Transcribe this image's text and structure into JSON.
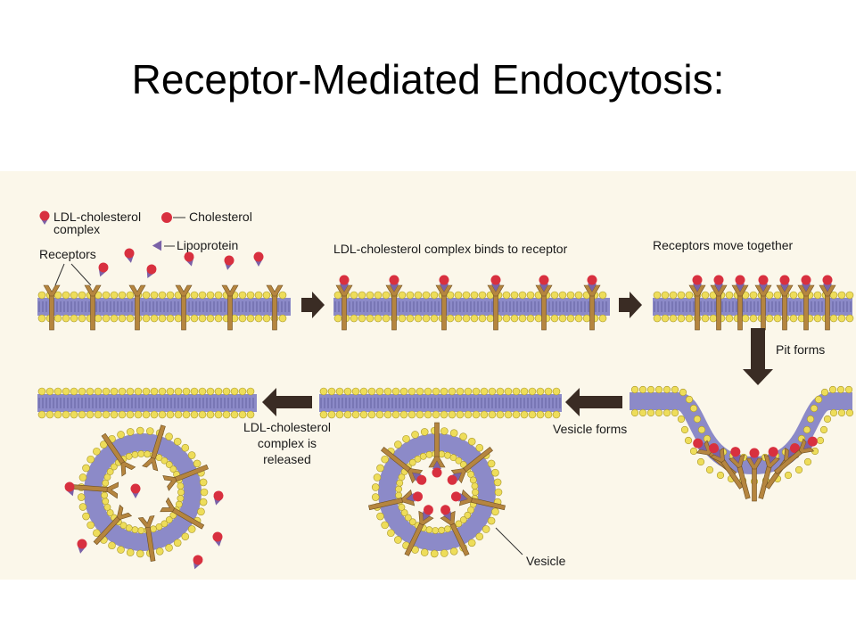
{
  "title": "Receptor-Mediated Endocytosis:",
  "colors": {
    "background": "#fbf7ea",
    "membrane": "#8c8ac8",
    "head": "#eedd5a",
    "receptor": "#b5853f",
    "cholesterol": "#d8303f",
    "lipoprotein": "#7a62a8",
    "arrow": "#3a2c24"
  },
  "legend": {
    "ldl_complex": [
      "LDL-cholesterol",
      "complex"
    ],
    "cholesterol": "Cholesterol",
    "lipoprotein": "Lipoprotein",
    "receptors": "Receptors"
  },
  "steps": {
    "binds": "LDL-cholesterol complex binds to receptor",
    "move_together": "Receptors move together",
    "pit_forms": "Pit forms",
    "vesicle_forms": "Vesicle forms",
    "released": [
      "LDL-cholesterol",
      "complex is",
      "released"
    ],
    "vesicle": "Vesicle"
  }
}
